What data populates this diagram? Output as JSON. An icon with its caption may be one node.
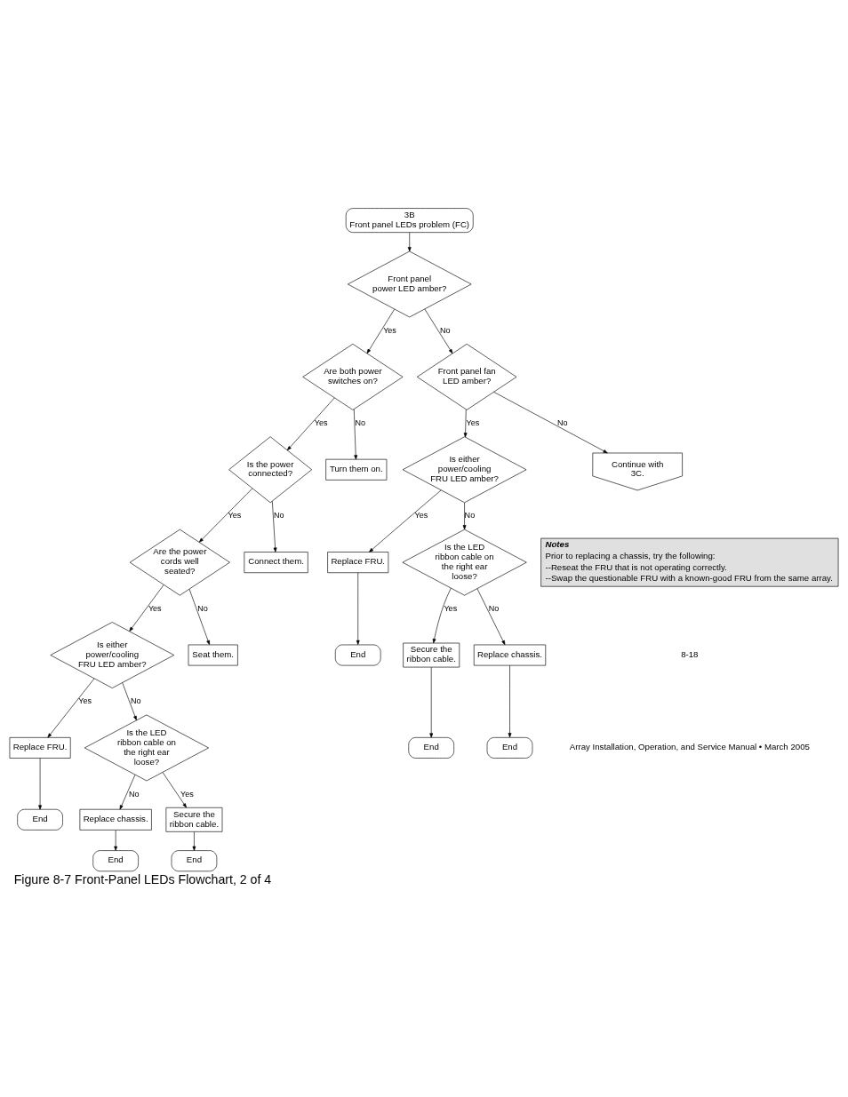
{
  "diagram": {
    "caption": "Figure 8-7 Front-Panel LEDs Flowchart, 2 of 4",
    "nodes": [
      {
        "text": [
          "3B",
          "Front panel LEDs problem (FC)"
        ]
      },
      {
        "text": [
          "Front panel power LED amber?"
        ]
      },
      {
        "text": [
          "Are both power switches on?"
        ]
      },
      {
        "text": [
          "Is the power connected?"
        ]
      },
      {
        "text": [
          "Are the power cords well seated?"
        ]
      },
      {
        "text": [
          "Is either power/cooling FRU LED amber?"
        ]
      },
      {
        "text": [
          "Replace FRU."
        ]
      },
      {
        "text": [
          "End"
        ]
      },
      {
        "text": [
          "Turn them on."
        ]
      },
      {
        "text": [
          "Connect them."
        ]
      },
      {
        "text": [
          "Seat them."
        ]
      },
      {
        "text": [
          "Is the LED ribbon cable on the right ear loose?"
        ]
      },
      {
        "text": [
          "Replace chassis."
        ]
      },
      {
        "text": [
          "Secure the ribbon cable."
        ]
      },
      {
        "text": [
          "End"
        ]
      },
      {
        "text": [
          "End"
        ]
      },
      {
        "text": [
          "Front panel fan LED amber?"
        ]
      },
      {
        "text": [
          "Is either power/cooling FRU LED amber?"
        ]
      },
      {
        "text": [
          "Replace FRU."
        ]
      },
      {
        "text": [
          "End"
        ]
      },
      {
        "text": [
          "Is the LED ribbon cable on the right ear loose?"
        ]
      },
      {
        "text": [
          "Secure the ribbon cable."
        ]
      },
      {
        "text": [
          "Replace chassis."
        ]
      },
      {
        "text": [
          "End"
        ]
      },
      {
        "text": [
          "End"
        ]
      },
      {
        "text": [
          "Continue with 3C."
        ]
      },
      {
        "text": [
          "Notes",
          "Prior to replacing a chassis, try the following:",
          "--Reseat the FRU that is not operating correctly.",
          "--Swap the questionable FRU with a known-good FRU from the same array."
        ]
      }
    ],
    "edges": [
      {
        "from": 0,
        "to": 1,
        "arrow": "to"
      },
      {
        "from": 1,
        "to": 2,
        "arrow": "to",
        "label": "Yes"
      },
      {
        "from": 2,
        "to": 3,
        "arrow": "to",
        "label": "Yes"
      },
      {
        "from": 3,
        "to": 4,
        "arrow": "to",
        "label": "Yes"
      },
      {
        "from": 4,
        "to": 5,
        "arrow": "to",
        "label": "Yes"
      },
      {
        "from": 5,
        "to": 6,
        "arrow": "to",
        "label": "Yes"
      },
      {
        "from": 6,
        "to": 7,
        "arrow": "to"
      },
      {
        "from": 2,
        "to": 8,
        "arrow": "to",
        "label": "No"
      },
      {
        "from": 3,
        "to": 9,
        "arrow": "to",
        "label": "No"
      },
      {
        "from": 4,
        "to": 10,
        "arrow": "to",
        "label": "No"
      },
      {
        "from": 5,
        "to": 11,
        "arrow": "to",
        "label": "No"
      },
      {
        "from": 11,
        "to": 12,
        "arrow": "to",
        "label": "No"
      },
      {
        "from": 11,
        "to": 13,
        "arrow": "to",
        "label": "Yes"
      },
      {
        "from": 12,
        "to": 14,
        "arrow": "to"
      },
      {
        "from": 13,
        "to": 15,
        "arrow": "to"
      },
      {
        "from": 1,
        "to": 16,
        "arrow": "to",
        "label": "No"
      },
      {
        "from": 16,
        "to": 17,
        "arrow": "to",
        "label": "Yes"
      },
      {
        "from": 17,
        "to": 18,
        "arrow": "to",
        "label": "Yes"
      },
      {
        "from": 18,
        "to": 19,
        "arrow": "to"
      },
      {
        "from": 17,
        "to": 20,
        "arrow": "to",
        "label": "No"
      },
      {
        "from": 20,
        "to": 21,
        "arrow": "to",
        "label": "Yes"
      },
      {
        "from": 20,
        "to": 22,
        "arrow": "to",
        "label": "No"
      },
      {
        "from": 22,
        "to": 23,
        "arrow": "to"
      },
      {
        "from": 21,
        "to": 24,
        "arrow": "to"
      },
      {
        "from": 16,
        "to": 25,
        "arrow": "to",
        "label": "No"
      }
    ],
    "labels": [
      "8-18",
      "Array Installation, Operation, and Service Manual • March 2005"
    ]
  }
}
